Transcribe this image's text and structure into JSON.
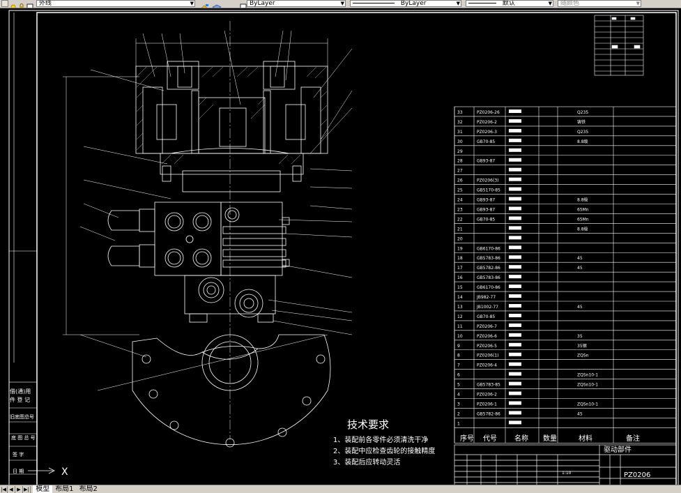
{
  "toolbar": {
    "layer_name": "外线",
    "color_select": "ByLayer",
    "linetype_select": "ByLayer",
    "lineweight_select": "默认",
    "plotstyle_select": "随颜色"
  },
  "tabs": {
    "model": "模型",
    "layout1": "布局1",
    "layout2": "布局2"
  },
  "drawing": {
    "tech_title": "技术要求",
    "tech_req": [
      "1、装配前各零件必须清洗干净",
      "2、装配中应检查齿轮的接触精度",
      "3、装配后应转动灵活"
    ],
    "bom_header": {
      "no": "序号",
      "code": "代号",
      "name": "名称",
      "qty": "数量",
      "material": "材料",
      "note": "备注"
    },
    "bom_codes": [
      "PZ0206-26",
      "PZ0206-2",
      "PZ0206-3",
      "GB70-85",
      "",
      "GB93-87",
      "",
      "PZ0206(3)",
      "GB5170-85",
      "GB93-87",
      "GB93-87",
      "GB70-85",
      "",
      "",
      "GB6170-86",
      "GB5783-86",
      "GB5782-86",
      "GB5783-86",
      "GB6170-86",
      "JB982-77",
      "JB1002-77",
      "GB70-85",
      "PZ0206-7",
      "PZ0206-6",
      "PZ0206-5",
      "PZ0206(1)",
      "PZ0206-4",
      "",
      "GB5783-85",
      "PZ0206-2",
      "PZ0206-1",
      "GB5782-86",
      ""
    ],
    "bom_materials": [
      "Q235",
      "铸铁",
      "Q235",
      "8.8级",
      "",
      "",
      "",
      "",
      "",
      "8.8级",
      "65Mn",
      "65Mn",
      "8.8级",
      "",
      "",
      "45",
      "45",
      "",
      "",
      "",
      "45",
      "",
      "",
      "35",
      "35钢",
      "ZQSn",
      "",
      "ZQSn10-1",
      "ZQSn10-1",
      "",
      "ZQSn10-1",
      "45",
      ""
    ],
    "title_block": {
      "part_name": "驱动部件",
      "drawing_no": "PZ0206",
      "scale": "1:10"
    },
    "left_panel": {
      "line1": "借(通)用",
      "line2": "件 登 记",
      "row1": "旧底图总号",
      "row2": "底 图 总 号",
      "row3": "签 字",
      "row4": "日 期"
    },
    "ucs_label": "X"
  }
}
